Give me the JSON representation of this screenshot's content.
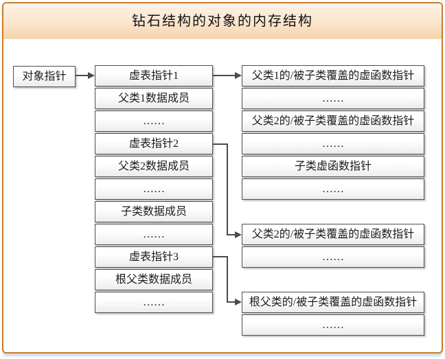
{
  "diagram_type": "memory-layout-diagram",
  "title": "钻石结构的对象的内存结构",
  "object_pointer": "对象指针",
  "object_layout": {
    "rows": [
      "虚表指针1",
      "父类1数据成员",
      "……",
      "虚表指针2",
      "父类2数据成员",
      "……",
      "子类数据成员",
      "……",
      "虚表指针3",
      "根父类数据成员",
      "……"
    ]
  },
  "vtable_parent1": {
    "rows": [
      "父类1的/被子类覆盖的虚函数指针",
      "……",
      "父类2的/被子类覆盖的虚函数指针",
      "……",
      "子类虚函数指针",
      "……"
    ]
  },
  "vtable_parent2": {
    "rows": [
      "父类2的/被子类覆盖的虚函数指针",
      "……"
    ]
  },
  "vtable_root": {
    "rows": [
      "根父类的/被子类覆盖的虚函数指针",
      "……"
    ]
  },
  "connectors": [
    "object-pointer-to-layout",
    "vptr1-to-vtable-parent1",
    "vptr2-to-vtable-parent2",
    "vptr3-to-vtable-root"
  ],
  "colors": {
    "card_border": "#c97b2d",
    "header_gradient_top": "#fdf2e6",
    "header_gradient_bottom": "#f5d3ab",
    "cell_border": "#4d4d4d",
    "cell_gradient_bottom": "#ececec",
    "connector": "#4a4a4a",
    "card_shadow": "#cfdcec"
  }
}
